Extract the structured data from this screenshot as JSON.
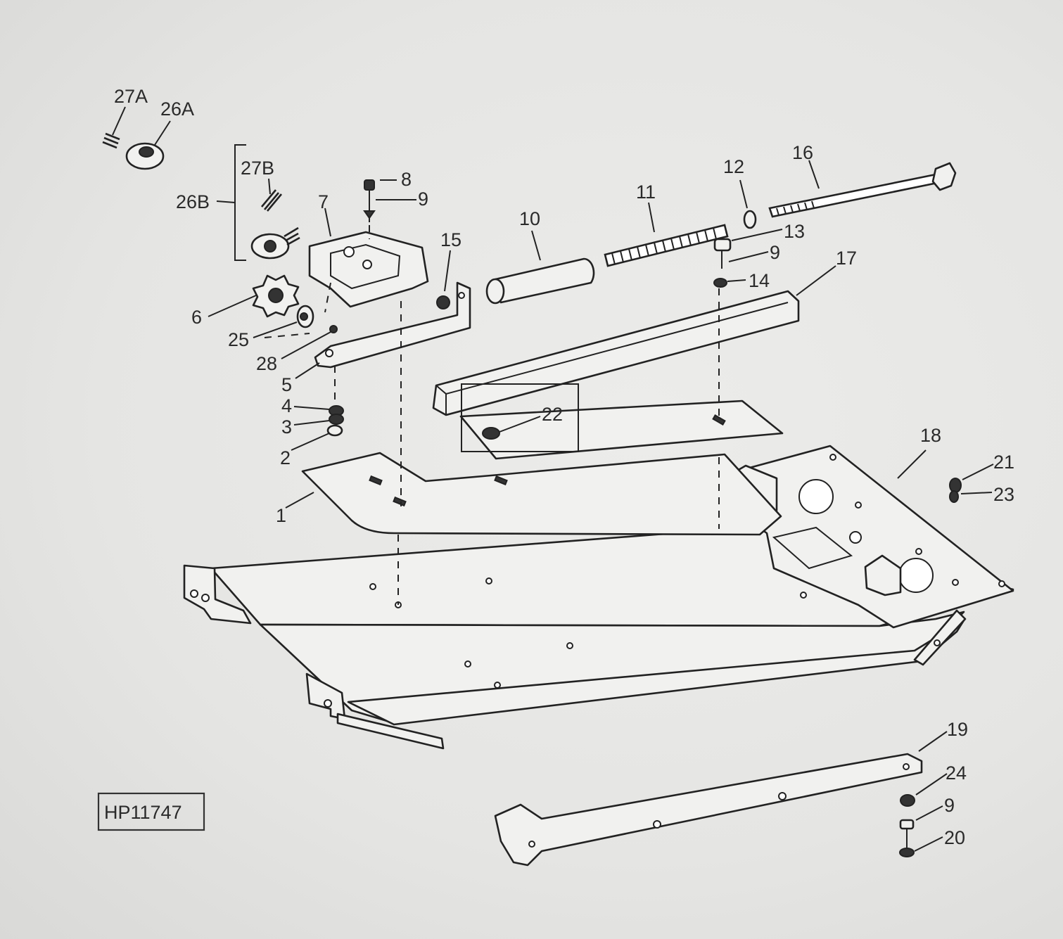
{
  "figure": {
    "id": "HP11747",
    "callouts": [
      "27A",
      "26A",
      "27B",
      "26B",
      "8",
      "9",
      "7",
      "10",
      "11",
      "12",
      "16",
      "15",
      "13",
      "9",
      "14",
      "17",
      "6",
      "25",
      "28",
      "5",
      "4",
      "3",
      "2",
      "22",
      "18",
      "21",
      "23",
      "1",
      "19",
      "24",
      "9",
      "20"
    ]
  }
}
